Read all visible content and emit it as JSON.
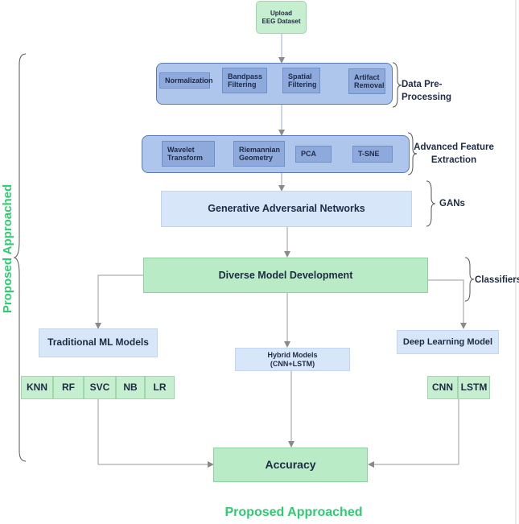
{
  "upload": "Upload\nEEG Dataset",
  "preprocessing": {
    "label": "Data Pre-Processing",
    "items": [
      "Normalization",
      "Bandpass\nFiltering",
      "Spatial\nFiltering",
      "Artifact\nRemoval"
    ]
  },
  "features": {
    "label": "Advanced Feature\nExtraction",
    "items": [
      "Wavelet\nTransform",
      "Riemannian\nGeometry",
      "PCA",
      "T-SNE"
    ]
  },
  "gans": {
    "box": "Generative Adversarial Networks",
    "label": "GANs"
  },
  "models": {
    "box": "Diverse Model Development",
    "label": "Classifiers"
  },
  "traditional": {
    "title": "Traditional ML Models",
    "items": [
      "KNN",
      "RF",
      "SVC",
      "NB",
      "LR"
    ]
  },
  "hybrid": {
    "title": "Hybrid Models\n(CNN+LSTM)"
  },
  "deep": {
    "title": "Deep Learning Model",
    "items": [
      "CNN",
      "LSTM"
    ]
  },
  "accuracy": "Accuracy",
  "left_label": "Proposed Approached",
  "caption": "Proposed Approached",
  "colors": {
    "green_text": "#2ecc71",
    "box_green": "#c6efd0",
    "box_blue": "#afc6ec",
    "arrow": "#9a9a9a"
  }
}
